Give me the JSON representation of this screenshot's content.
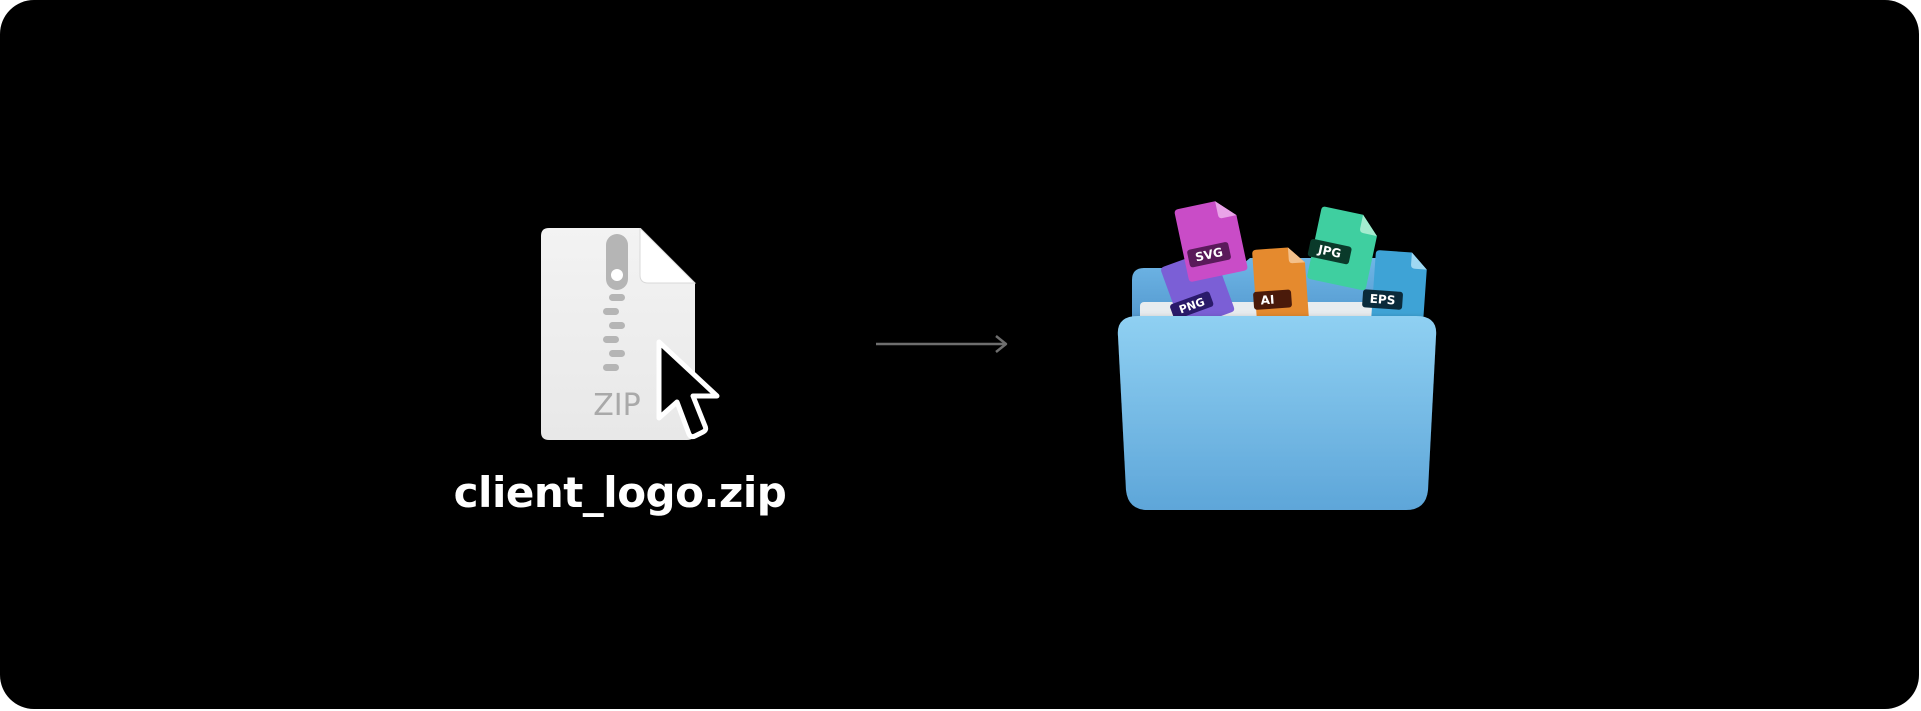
{
  "zip_file": {
    "name": "client_logo.zip",
    "icon_label": "ZIP",
    "icon": "zip-archive-icon"
  },
  "cursor": {
    "icon": "mouse-pointer-icon"
  },
  "arrow": {
    "icon": "arrow-right-icon"
  },
  "folder": {
    "icon": "folder-icon",
    "files": [
      {
        "label": "PNG",
        "color": "#7b5fd6"
      },
      {
        "label": "SVG",
        "color": "#c94cc7"
      },
      {
        "label": "AI",
        "color": "#e58a2e"
      },
      {
        "label": "JPG",
        "color": "#3fcfa0"
      },
      {
        "label": "EPS",
        "color": "#3ea3d6"
      }
    ]
  },
  "colors": {
    "background": "#000000",
    "folder_top": "#8fd0f2",
    "folder_bottom": "#5ea6d9"
  }
}
